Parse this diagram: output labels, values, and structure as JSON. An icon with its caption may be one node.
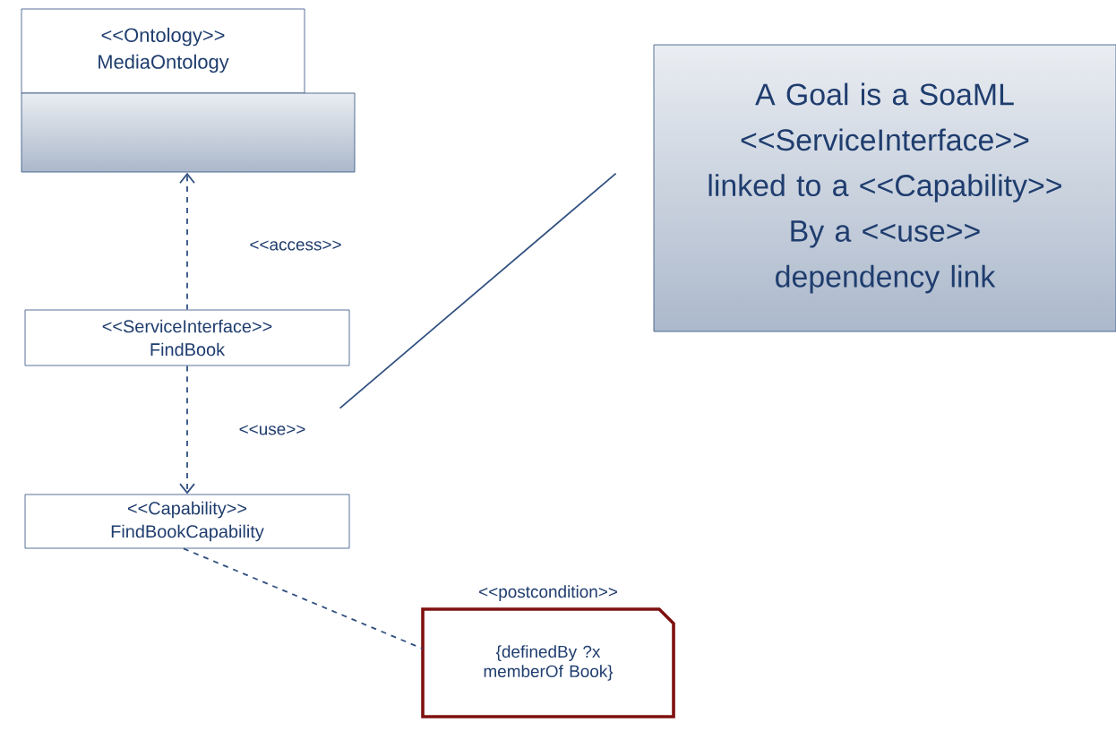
{
  "diagram": {
    "nodes": [
      {
        "text": [
          "<<Ontology>> MediaOntology"
        ]
      },
      {
        "text": [
          "<<ServiceInterface>> FindBook"
        ]
      },
      {
        "text": [
          "<<Capability>> FindBookCapability"
        ]
      },
      {
        "text": [
          "<<postcondition>>",
          "{definedBy ?x memberOf Book}"
        ]
      },
      {
        "text": [
          "A Goal is a SoaML <<ServiceInterface>> linked to a <<Capability>> By a <<use>> dependency link"
        ]
      }
    ],
    "edges": [
      {
        "from": 1,
        "to": 0,
        "arrow": "to",
        "label": "<<access>>",
        "style": "dashed"
      },
      {
        "from": 1,
        "to": 2,
        "arrow": "to",
        "label": "<<use>>",
        "style": "dashed"
      },
      {
        "from": 2,
        "to": 3,
        "arrow": "none",
        "style": "dashed"
      },
      {
        "from": 4,
        "to": null,
        "arrow": "none"
      }
    ]
  }
}
